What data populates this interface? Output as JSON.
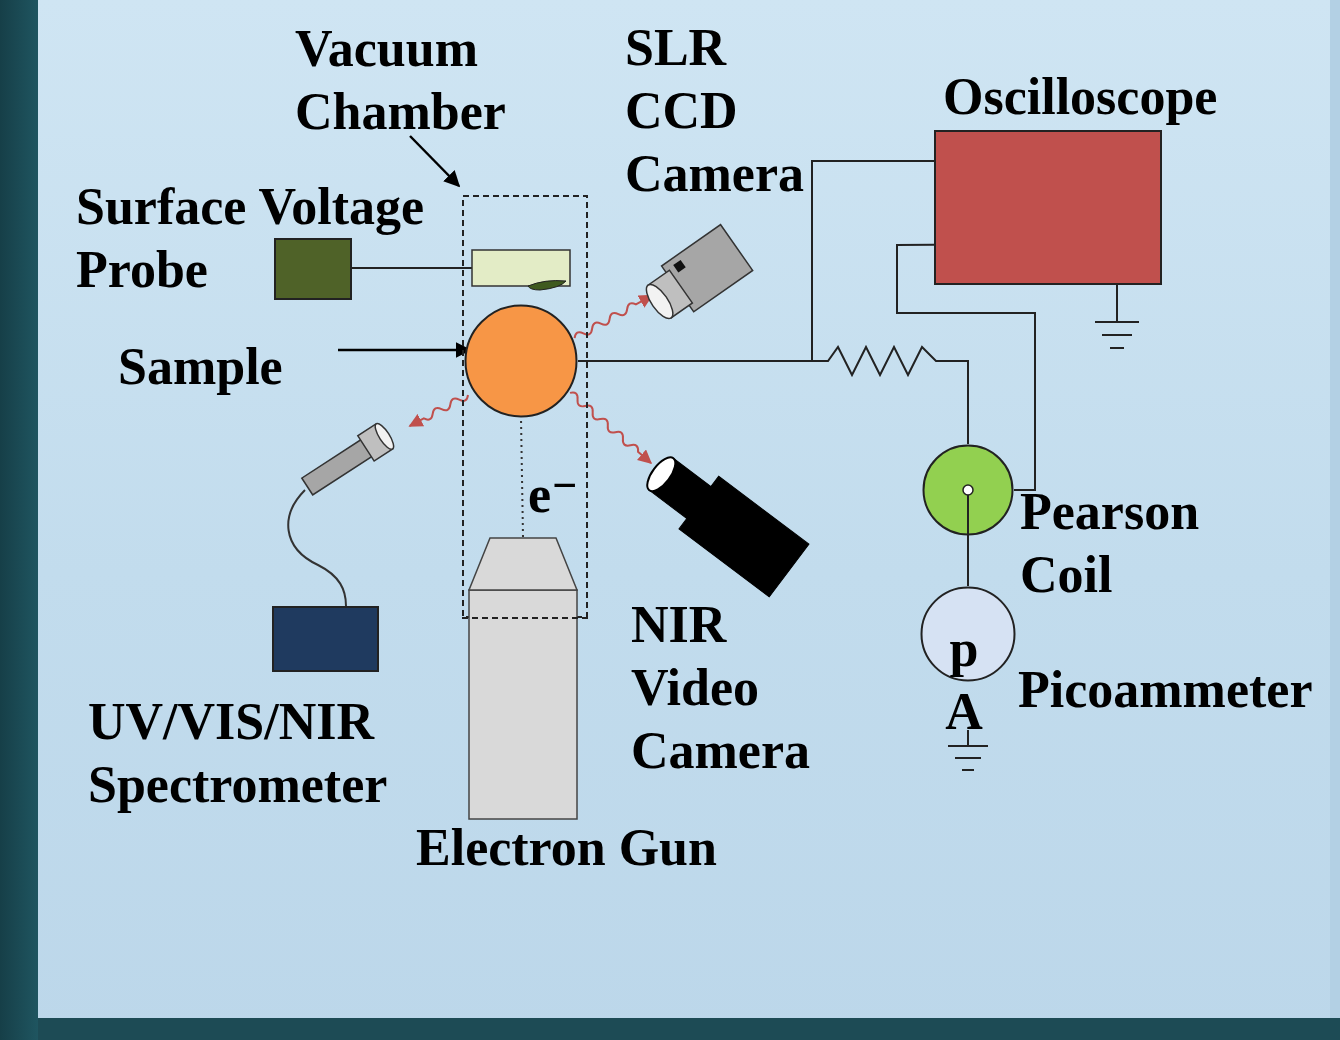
{
  "diagram": {
    "nodes": [
      {
        "text": [
          "Vacuum Chamber"
        ]
      },
      {
        "text": [
          "Surface Voltage Probe"
        ]
      },
      {
        "text": [
          "Sample"
        ],
        "in": 0
      },
      {
        "text": [
          "Oscilloscope"
        ]
      },
      {
        "text": [
          "Pearson Coil"
        ]
      },
      {
        "text": [
          "p A",
          "Picoammeter"
        ]
      },
      {
        "text": [
          "UV/VIS/NIR Spectrometer"
        ]
      },
      {
        "text": [
          "Electron Gun"
        ]
      },
      {
        "text": [
          "SLR CCD Camera"
        ]
      },
      {
        "text": [
          "NIR Video Camera"
        ]
      }
    ],
    "edges": [
      {
        "from": 7,
        "to": 2,
        "arrow": "none",
        "label": "e⁻"
      },
      {
        "from": 2,
        "to": 3,
        "arrow": "none"
      },
      {
        "from": 2,
        "to": 4,
        "arrow": "none"
      },
      {
        "from": 4,
        "to": 5,
        "arrow": "none"
      },
      {
        "from": 4,
        "to": 3,
        "arrow": "none"
      },
      {
        "from": 2,
        "to": 8,
        "arrow": "to"
      },
      {
        "from": 2,
        "to": 9,
        "arrow": "to"
      }
    ]
  }
}
